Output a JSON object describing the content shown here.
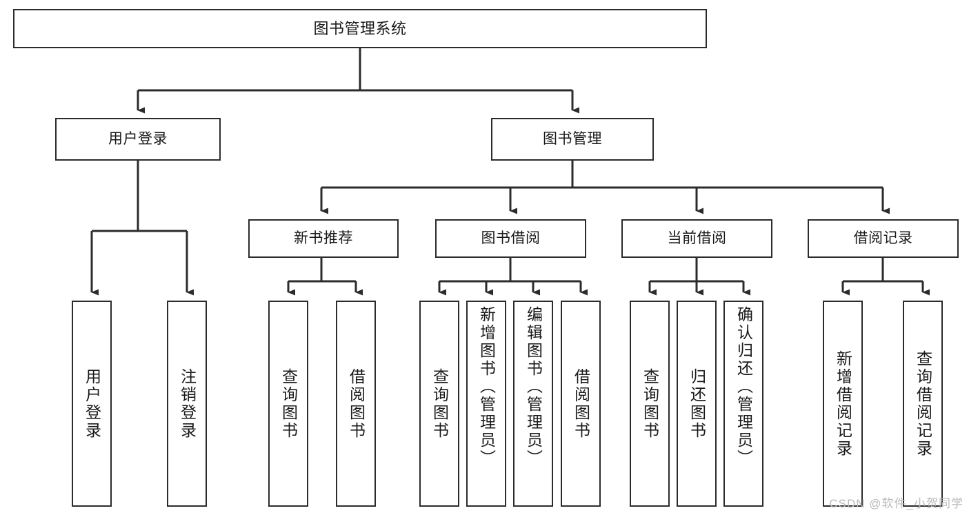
{
  "diagram": {
    "type": "tree-hierarchy",
    "title": "图书管理系统",
    "watermark": "CSDN @软件_小贺同学",
    "colors": {
      "stroke": "#2b2b2b",
      "fill": "#ffffff",
      "text": "#1a1a1a",
      "watermark": "#b9b9b9"
    },
    "nodes": {
      "root": {
        "label": "图书管理系统",
        "level": 1
      },
      "l2": [
        {
          "id": "user-login",
          "label": "用户登录",
          "level": 2
        },
        {
          "id": "book-manage",
          "label": "图书管理",
          "level": 2
        }
      ],
      "l3": [
        {
          "id": "new-book-recommend",
          "label": "新书推荐",
          "level": 3,
          "parent": "book-manage"
        },
        {
          "id": "book-borrow",
          "label": "图书借阅",
          "level": 3,
          "parent": "book-manage"
        },
        {
          "id": "current-borrow",
          "label": "当前借阅",
          "level": 3,
          "parent": "book-manage"
        },
        {
          "id": "borrow-record",
          "label": "借阅记录",
          "level": 3,
          "parent": "book-manage"
        }
      ],
      "leaves": [
        {
          "id": "leaf-user-login",
          "label": "用户登录",
          "parent": "user-login"
        },
        {
          "id": "leaf-user-logout",
          "label": "注销登录",
          "parent": "user-login"
        },
        {
          "id": "leaf-query-book-1",
          "label": "查询图书",
          "parent": "new-book-recommend"
        },
        {
          "id": "leaf-borrow-book-1",
          "label": "借阅图书",
          "parent": "new-book-recommend"
        },
        {
          "id": "leaf-query-book-2",
          "label": "查询图书",
          "parent": "book-borrow"
        },
        {
          "id": "leaf-add-book",
          "label": "新增图书（管理员）",
          "parent": "book-borrow"
        },
        {
          "id": "leaf-edit-book",
          "label": "编辑图书（管理员）",
          "parent": "book-borrow"
        },
        {
          "id": "leaf-borrow-book-2",
          "label": "借阅图书",
          "parent": "book-borrow"
        },
        {
          "id": "leaf-query-book-3",
          "label": "查询图书",
          "parent": "current-borrow"
        },
        {
          "id": "leaf-return-book",
          "label": "归还图书",
          "parent": "current-borrow"
        },
        {
          "id": "leaf-confirm-return",
          "label": "确认归还（管理员）",
          "parent": "current-borrow"
        },
        {
          "id": "leaf-add-record",
          "label": "新增借阅记录",
          "parent": "borrow-record"
        },
        {
          "id": "leaf-query-record",
          "label": "查询借阅记录",
          "parent": "borrow-record"
        }
      ]
    }
  }
}
